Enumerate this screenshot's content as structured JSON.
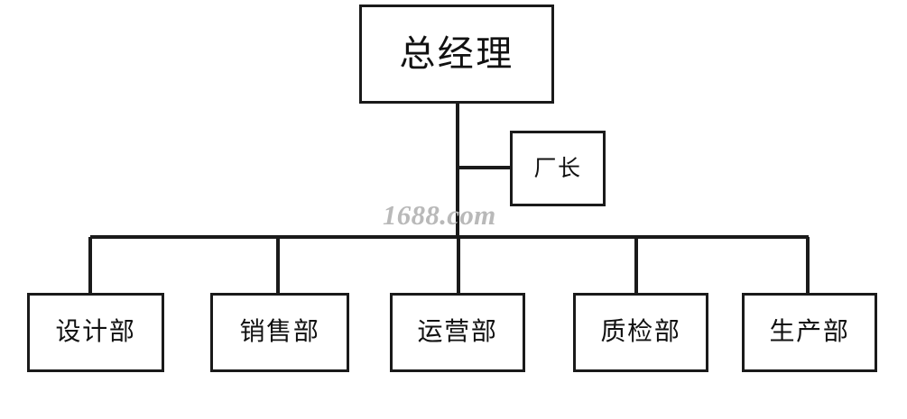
{
  "diagram": {
    "type": "organization-chart",
    "title": "",
    "watermark": "1688.com",
    "colors": {
      "background": "#ffffff",
      "box_border": "#1a1a1a",
      "box_fill": "#ffffff",
      "text": "#111111",
      "line": "#1a1a1a",
      "watermark": "#b9b9b9"
    },
    "nodes": {
      "root": {
        "label": "总经理",
        "level": 1
      },
      "factory_director": {
        "label": "厂长",
        "level": 2
      },
      "departments": [
        {
          "label": "设计部"
        },
        {
          "label": "销售部"
        },
        {
          "label": "运营部"
        },
        {
          "label": "质检部"
        },
        {
          "label": "生产部"
        }
      ]
    },
    "edges": [
      {
        "from": "总经理",
        "to": "厂长"
      },
      {
        "from": "总经理",
        "to": "设计部"
      },
      {
        "from": "总经理",
        "to": "销售部"
      },
      {
        "from": "总经理",
        "to": "运营部"
      },
      {
        "from": "总经理",
        "to": "质检部"
      },
      {
        "from": "总经理",
        "to": "生产部"
      }
    ]
  }
}
